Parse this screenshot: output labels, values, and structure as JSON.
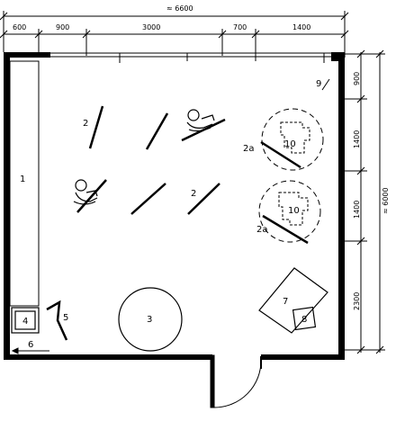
{
  "dimensions": {
    "top_total": "≈ 6600",
    "top_segments": [
      "600",
      "900",
      "3000",
      "700",
      "1400"
    ],
    "right_segments": [
      "900",
      "1400",
      "1400",
      "2300"
    ],
    "right_total": "≈ 6000"
  },
  "labels": {
    "l1": "1",
    "l2a": "2",
    "l2b": "2",
    "l2a_left": "2a",
    "l2a_lower": "2a",
    "l3": "3",
    "l4": "4",
    "l5": "5",
    "l6": "6",
    "l7": "7",
    "l8": "8",
    "l9": "9",
    "l10a": "10",
    "l10b": "10"
  }
}
